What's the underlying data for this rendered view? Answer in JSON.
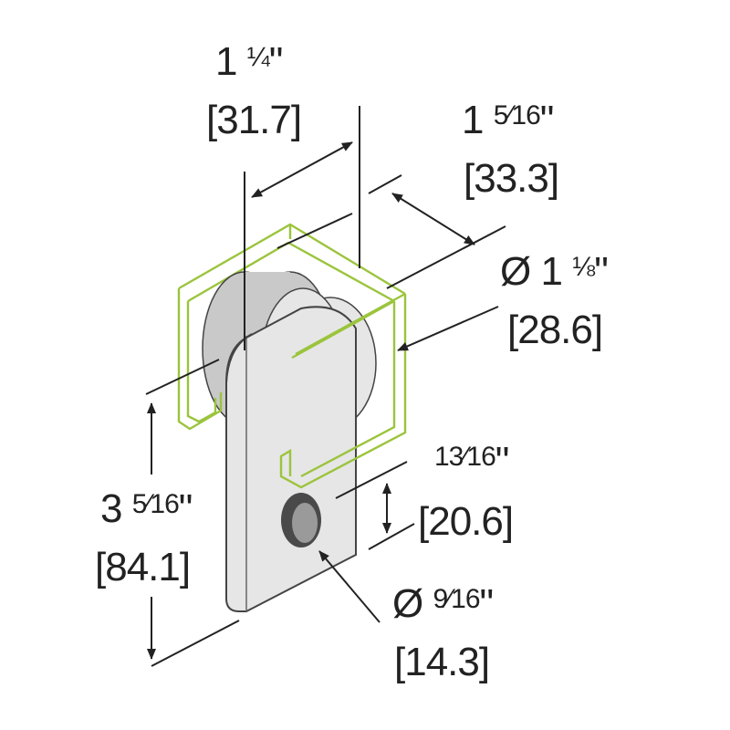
{
  "colors": {
    "channel_outline": "#9bc43c",
    "part_fill": "#e6e6e6",
    "part_shade": "#c9c9c9",
    "line": "#222222",
    "background": "#ffffff"
  },
  "dimensions": {
    "width_channel": {
      "imperial_whole": "1 ",
      "imperial_fraction": "¼",
      "inch_mark": "\"",
      "metric": "[31.7]"
    },
    "depth_channel": {
      "imperial_whole": "1 ",
      "imperial_fraction": "5⁄16",
      "inch_mark": "\"",
      "metric": "[33.3]"
    },
    "roller_diameter": {
      "prefix": "Ø 1 ",
      "imperial_fraction": "⅛",
      "inch_mark": "\"",
      "metric": "[28.6]"
    },
    "hole_offset": {
      "imperial_fraction": "13⁄16",
      "inch_mark": "\"",
      "metric": "[20.6]"
    },
    "overall_height": {
      "imperial_whole": "3 ",
      "imperial_fraction": "5⁄16",
      "inch_mark": "\"",
      "metric": "[84.1]"
    },
    "hole_diameter": {
      "prefix": "Ø ",
      "imperial_fraction": "9⁄16",
      "inch_mark": "\"",
      "metric": "[14.3]"
    }
  }
}
